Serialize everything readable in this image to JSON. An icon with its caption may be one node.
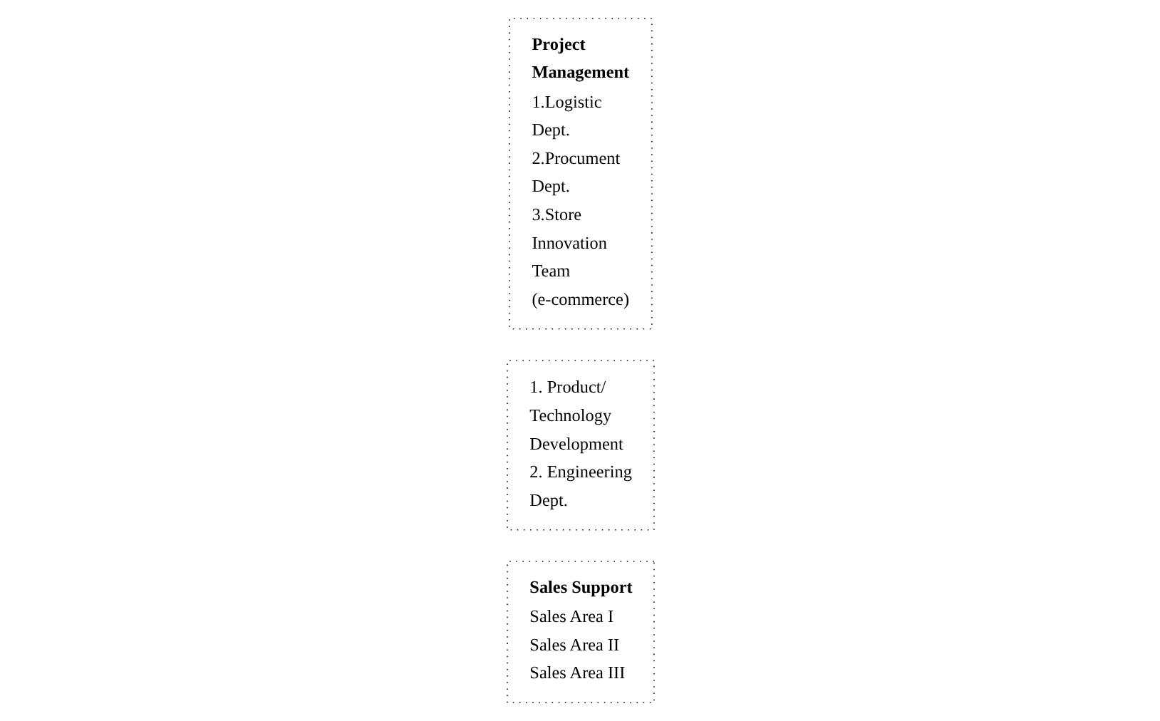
{
  "diagram": {
    "nodes": [
      {
        "text": [
          "Project Management",
          "1.Logistic Dept.",
          "2.Procument Dept.",
          "3.Store Innovation Team (e-commerce)"
        ]
      },
      {
        "text": [
          "1. Product/ Technology Development",
          "2. Engineering Dept."
        ]
      },
      {
        "text": [
          "Sales Support",
          "Sales Area I",
          "Sales Area II",
          "Sales Area III"
        ]
      }
    ]
  }
}
